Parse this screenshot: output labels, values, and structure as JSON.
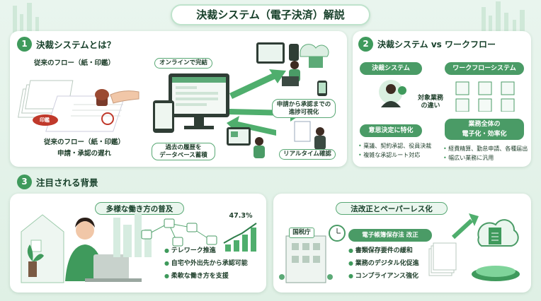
{
  "title": "決裁システム（電子決済）解説",
  "s1": {
    "num": "1",
    "heading": "決裁システムとは？",
    "legacy_top": "従来のフロー（紙・印鑑）",
    "legacy_bottom": "従来のフロー（紙・印鑑）",
    "delay": "申請・承認の遅れ",
    "stamp": "印鑑",
    "online": "オンラインで完結",
    "visibility": "申請から承認までの\n進捗可視化",
    "history": "過去の履歴を\nデータベース蓄積",
    "realtime": "リアルタイム確認"
  },
  "s2": {
    "num": "2",
    "heading": "決裁システム vs ワークフロー",
    "left_label": "決裁システム",
    "right_label": "ワークフローシステム",
    "center": "対象業務\nの違い",
    "left_focus": "意思決定に特化",
    "right_focus": "業務全体の\n電子化・効率化",
    "left_bullets": [
      "稟議、契約承認、役員決裁",
      "複雑な承認ルート対応"
    ],
    "right_bullets": [
      "経費精算、勤怠申請、各種届出",
      "幅広い業務に汎用"
    ]
  },
  "s3": {
    "num": "3",
    "heading": "注目される背景",
    "left_title": "多様な働き方の普及",
    "stat": "47.3%",
    "left_bullets": [
      "テレワーク推進",
      "自宅や外出先から承認可能",
      "柔軟な働き方を支援"
    ],
    "right_title": "法改正とペーパーレス化",
    "agency": "国税庁",
    "law": "電子帳簿保存法 改正",
    "right_bullets": [
      "書類保存要件の緩和",
      "業務のデジタル化促進",
      "コンプライアンス強化"
    ]
  },
  "colors": {
    "accent": "#3f9a5c",
    "bg": "#e9f5ee"
  }
}
